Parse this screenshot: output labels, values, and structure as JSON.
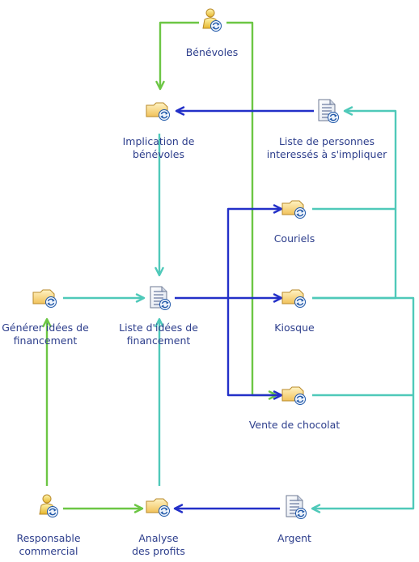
{
  "colors": {
    "green": "#6cc644",
    "teal": "#4fc9b9",
    "blue": "#2330c8",
    "label": "#2d3e8c"
  },
  "nodes": {
    "benevoles": {
      "label": "Bénévoles",
      "icon": "role-icon"
    },
    "implication": {
      "label": "Implication de\nbénévoles",
      "icon": "task-icon"
    },
    "liste_personnes": {
      "label": "Liste de personnes\ninteressés à s'impliquer",
      "icon": "document-icon"
    },
    "couriels": {
      "label": "Couriels",
      "icon": "task-icon"
    },
    "generer": {
      "label": "Générer idées de\nfinancement",
      "icon": "task-icon"
    },
    "liste_idees": {
      "label": "Liste d'idées de\nfinancement",
      "icon": "document-icon"
    },
    "kiosque": {
      "label": "Kiosque",
      "icon": "task-icon"
    },
    "chocolat": {
      "label": "Vente de chocolat",
      "icon": "task-icon"
    },
    "responsable": {
      "label": "Responsable\ncommercial",
      "icon": "role-icon"
    },
    "analyse": {
      "label": "Analyse\ndes profits",
      "icon": "task-icon"
    },
    "argent": {
      "label": "Argent",
      "icon": "document-icon"
    }
  },
  "connections": [
    {
      "from": "benevoles",
      "to": "implication",
      "kind": "performs"
    },
    {
      "from": "benevoles",
      "to": "chocolat",
      "kind": "performs"
    },
    {
      "from": "liste_personnes",
      "to": "implication",
      "kind": "input"
    },
    {
      "from": "implication",
      "to": "liste_idees",
      "kind": "output"
    },
    {
      "from": "generer",
      "to": "liste_idees",
      "kind": "output"
    },
    {
      "from": "liste_idees",
      "to": "couriels",
      "kind": "input"
    },
    {
      "from": "liste_idees",
      "to": "kiosque",
      "kind": "input"
    },
    {
      "from": "liste_idees",
      "to": "chocolat",
      "kind": "input"
    },
    {
      "from": "couriels",
      "to": "liste_personnes",
      "kind": "output"
    },
    {
      "from": "kiosque",
      "to": "liste_personnes",
      "kind": "output"
    },
    {
      "from": "kiosque",
      "to": "argent",
      "kind": "output"
    },
    {
      "from": "chocolat",
      "to": "argent",
      "kind": "output"
    },
    {
      "from": "responsable",
      "to": "generer",
      "kind": "performs"
    },
    {
      "from": "responsable",
      "to": "analyse",
      "kind": "performs"
    },
    {
      "from": "analyse",
      "to": "liste_idees",
      "kind": "output"
    },
    {
      "from": "argent",
      "to": "analyse",
      "kind": "input"
    }
  ]
}
